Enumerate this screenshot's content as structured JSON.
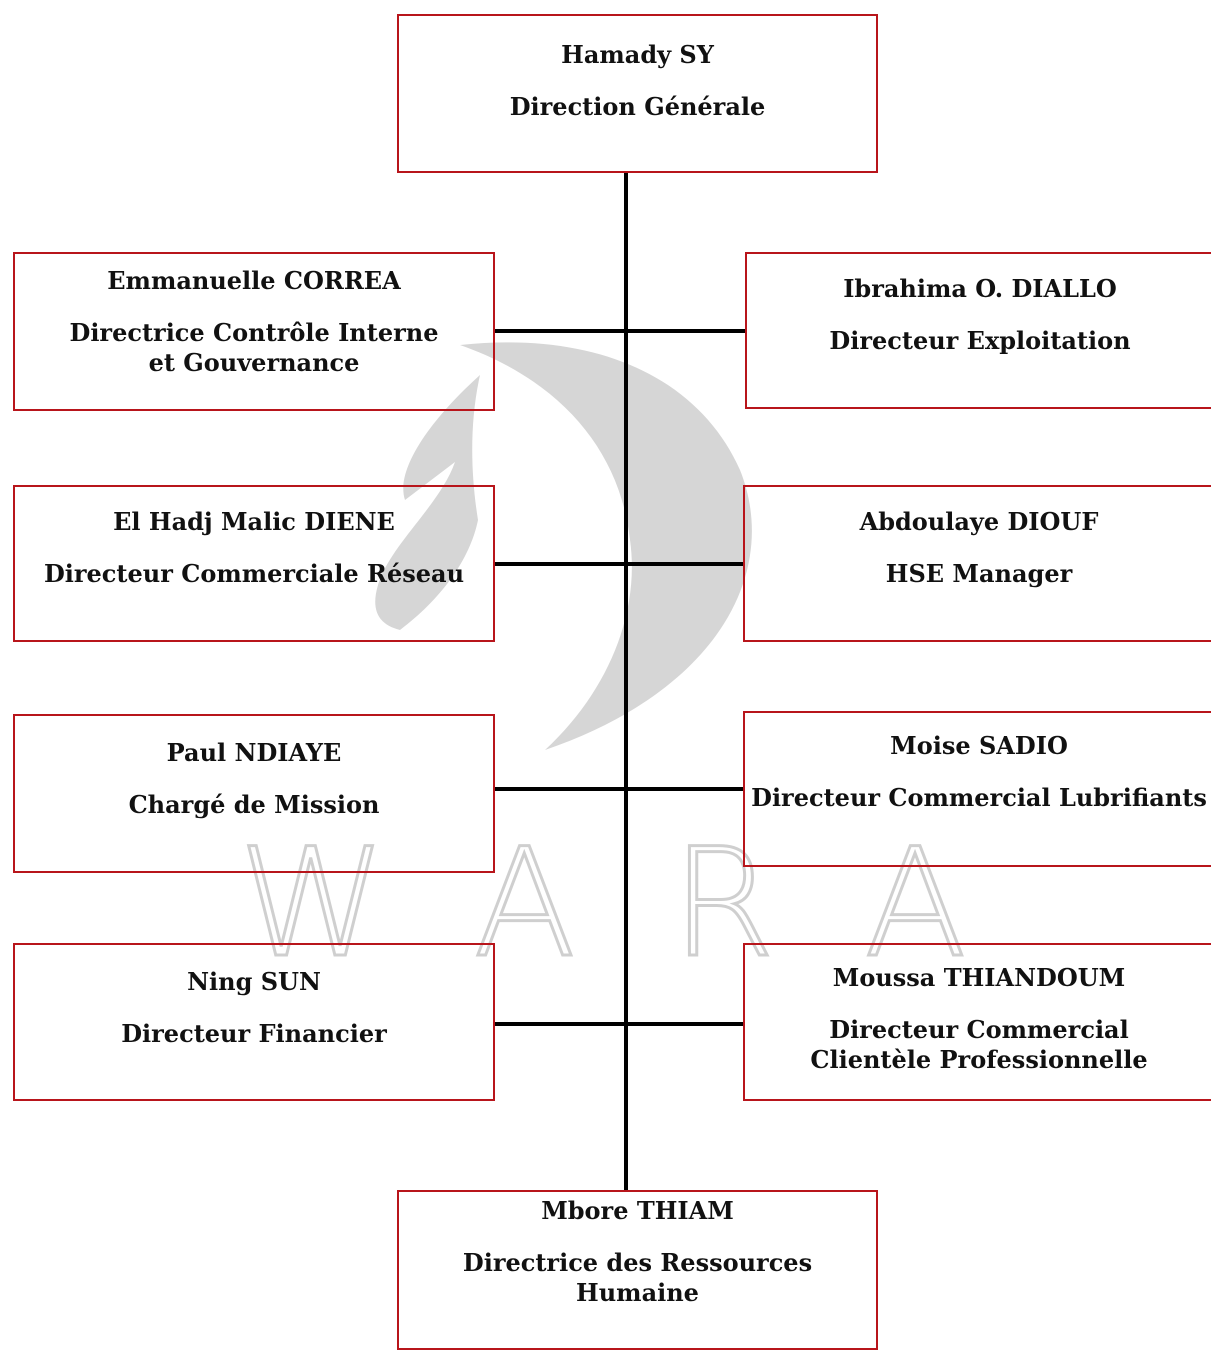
{
  "org_chart": {
    "head": {
      "name": "Hamady SY",
      "role": "Direction Générale"
    },
    "left": [
      {
        "name": "Emmanuelle CORREA",
        "role": "Directrice Contrôle Interne et Gouvernance"
      },
      {
        "name": "El Hadj Malic DIENE",
        "role": "Directeur Commerciale Réseau"
      },
      {
        "name": "Paul NDIAYE",
        "role": "Chargé de Mission"
      },
      {
        "name": "Ning SUN",
        "role": "Directeur Financier"
      }
    ],
    "right": [
      {
        "name": "Ibrahima O. DIALLO",
        "role": "Directeur Exploitation"
      },
      {
        "name": "Abdoulaye DIOUF",
        "role": "HSE Manager"
      },
      {
        "name": "Moise SADIO",
        "role": "Directeur Commercial Lubrifiants"
      },
      {
        "name": "Moussa THIANDOUM",
        "role": "Directeur Commercial Clientèle Professionnelle"
      }
    ],
    "bottom": {
      "name": "Mbore THIAM",
      "role": "Directrice des Ressources Humaine"
    }
  },
  "watermark": {
    "text": "WARA",
    "color": "#cfcfcf"
  },
  "colors": {
    "box_border": "#b8151b",
    "connector": "#000000",
    "text": "#111111"
  }
}
